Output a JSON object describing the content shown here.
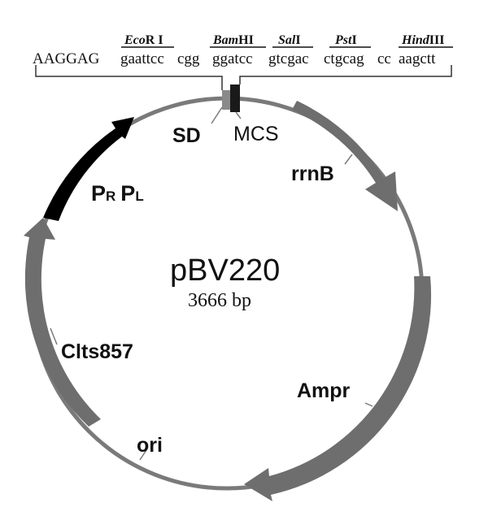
{
  "colors": {
    "backbone": "#7a7a7a",
    "feature_gray": "#6e6e6e",
    "promoter": "#000000",
    "text": "#111111",
    "background": "#ffffff"
  },
  "plasmid": {
    "name": "pBV220",
    "size": "3666 bp"
  },
  "mcs": {
    "prefix_sequence": "AAGGAG",
    "segments": [
      {
        "enzyme_italic": "Eco",
        "enzyme_rest": "R I",
        "sequence": "gaattcc"
      },
      {
        "enzyme_italic": "",
        "enzyme_rest": "",
        "sequence": "cgg"
      },
      {
        "enzyme_italic": "Bam",
        "enzyme_rest": "HI",
        "sequence": "ggatcc"
      },
      {
        "enzyme_italic": "Sal",
        "enzyme_rest": "I",
        "sequence": "gtcgac"
      },
      {
        "enzyme_italic": "Pst",
        "enzyme_rest": "I",
        "sequence": "ctgcag"
      },
      {
        "enzyme_italic": "",
        "enzyme_rest": "",
        "sequence": "cc"
      },
      {
        "enzyme_italic": "Hind",
        "enzyme_rest": "III",
        "sequence": "aagctt"
      }
    ]
  },
  "features": {
    "sd": "SD",
    "mcs": "MCS",
    "rrnb": "rrnB",
    "ampr": "Ampr",
    "ori": "ori",
    "clts857": "Clts857",
    "pr_main": "P",
    "pr_sub": "R",
    "pl_main": "P",
    "pl_sub": "L"
  }
}
